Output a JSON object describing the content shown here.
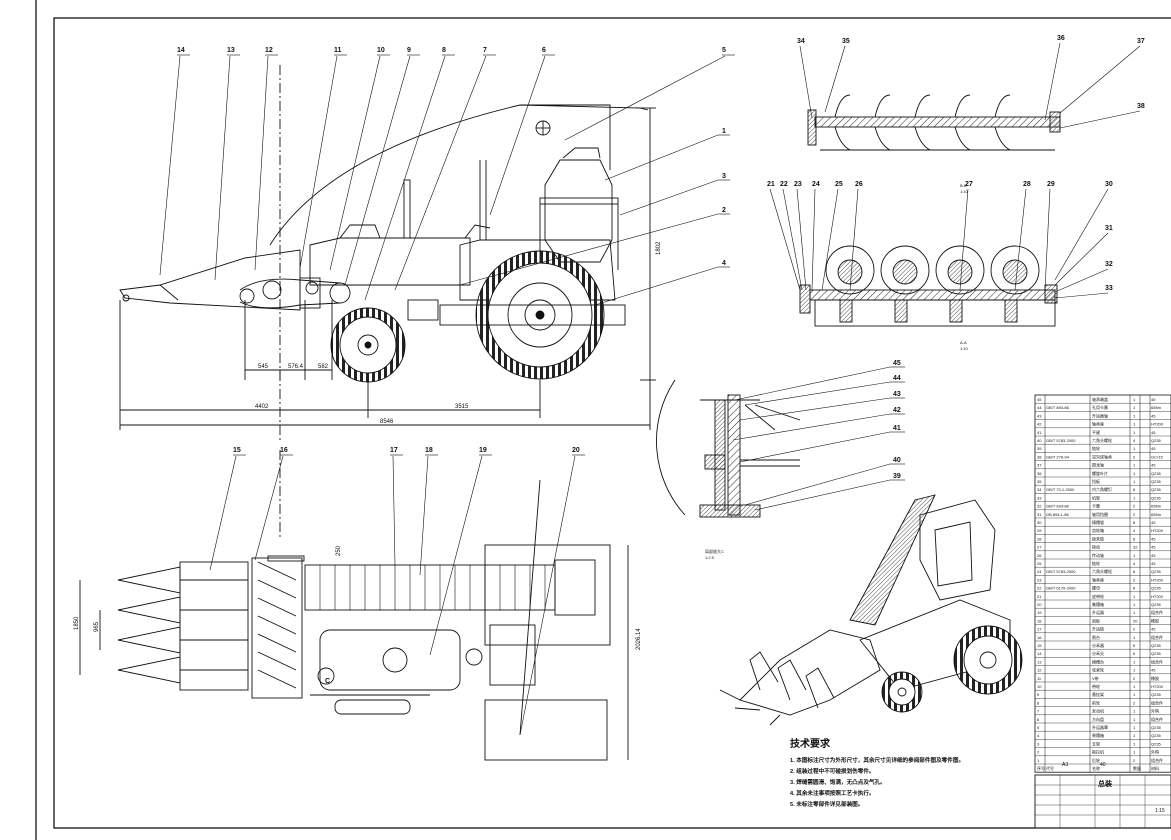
{
  "drawing": {
    "title_block": {
      "name": "总装",
      "scale": "1:15",
      "left_top": "A3",
      "bottom_left": "40"
    },
    "tech_requirements": {
      "title": "技术要求",
      "items": [
        "1. 本图标注尺寸为外形尺寸，其余尺寸见详细的参阅部件图及零件图。",
        "2. 组装过程中不可碰损划伤零件。",
        "3. 焊缝需圆滑、饱满，无凸点及气孔。",
        "4. 其余未注事项按照工艺卡执行。",
        "5. 未标注零部件详见部装图。"
      ]
    },
    "side_view": {
      "labels_top": [
        "14",
        "13",
        "12",
        "11",
        "10",
        "9",
        "8",
        "7",
        "6",
        "5"
      ],
      "labels_right": [
        "4",
        "3",
        "2",
        "1"
      ],
      "dims": [
        "545",
        "576.4",
        "582",
        "4402",
        "3515",
        "8546",
        "1802"
      ]
    },
    "plan_view": {
      "labels": [
        "15",
        "16",
        "17",
        "18",
        "19",
        "20"
      ],
      "dims": [
        "1850",
        "965",
        "2026.14",
        "250"
      ],
      "section_mark": "C"
    },
    "top_right_view": {
      "labels_a": [
        "34",
        "35",
        "36",
        "37",
        "38"
      ],
      "labels_b": [
        "21",
        "22",
        "23",
        "24",
        "25",
        "26",
        "27",
        "28",
        "29",
        "30",
        "31",
        "32",
        "33"
      ],
      "caption_a": "B-B",
      "scale_a": "1:10",
      "caption_b": "A-A",
      "scale_b": "1:10"
    },
    "detail_c": {
      "labels": [
        "45",
        "44",
        "43",
        "42",
        "41",
        "40",
        "39"
      ],
      "caption": "局部放大C",
      "scale": "1:2.5"
    },
    "parts_table": {
      "rows": [
        {
          "no": "45",
          "std": "",
          "name": "轴承端盖",
          "qty": "1",
          "mat": "45"
        },
        {
          "no": "44",
          "std": "GB/T 893-86",
          "name": "孔用卡簧",
          "qty": "1",
          "mat": "65Mn"
        },
        {
          "no": "43",
          "std": "",
          "name": "升运器轴",
          "qty": "1",
          "mat": "45"
        },
        {
          "no": "42",
          "std": "",
          "name": "轴承座",
          "qty": "1",
          "mat": "HT200"
        },
        {
          "no": "41",
          "std": "",
          "name": "平键",
          "qty": "1",
          "mat": "45"
        },
        {
          "no": "40",
          "std": "GB/T 5783-2000",
          "name": "六角头螺栓",
          "qty": "4",
          "mat": "Q235"
        },
        {
          "no": "39",
          "std": "",
          "name": "链轮",
          "qty": "1",
          "mat": "45"
        },
        {
          "no": "38",
          "std": "GB/T 276-94",
          "name": "深沟球轴承",
          "qty": "2",
          "mat": "GCr15"
        },
        {
          "no": "37",
          "std": "",
          "name": "搅龙轴",
          "qty": "1",
          "mat": "45"
        },
        {
          "no": "36",
          "std": "",
          "name": "螺旋叶片",
          "qty": "1",
          "mat": "Q235"
        },
        {
          "no": "35",
          "std": "",
          "name": "挡板",
          "qty": "1",
          "mat": "Q235"
        },
        {
          "no": "34",
          "std": "GB/T 70.1-2000",
          "name": "内六角螺钉",
          "qty": "6",
          "mat": "Q235"
        },
        {
          "no": "33",
          "std": "",
          "name": "机架",
          "qty": "1",
          "mat": "Q235"
        },
        {
          "no": "32",
          "std": "GB/T 893-86",
          "name": "卡簧",
          "qty": "2",
          "mat": "65Mn"
        },
        {
          "no": "31",
          "std": "GB 894.1-86",
          "name": "轴用挡圈",
          "qty": "2",
          "mat": "65Mn"
        },
        {
          "no": "30",
          "std": "",
          "name": "摘穗辊",
          "qty": "8",
          "mat": "45"
        },
        {
          "no": "29",
          "std": "",
          "name": "齿轮箱",
          "qty": "4",
          "mat": "HT200"
        },
        {
          "no": "28",
          "std": "",
          "name": "拨禾链",
          "qty": "8",
          "mat": "45"
        },
        {
          "no": "27",
          "std": "",
          "name": "拨齿",
          "qty": "32",
          "mat": "45"
        },
        {
          "no": "26",
          "std": "",
          "name": "传动轴",
          "qty": "1",
          "mat": "45"
        },
        {
          "no": "25",
          "std": "",
          "name": "链轮",
          "qty": "4",
          "mat": "45"
        },
        {
          "no": "24",
          "std": "GB/T 5783-2000",
          "name": "六角头螺栓",
          "qty": "8",
          "mat": "Q235"
        },
        {
          "no": "23",
          "std": "",
          "name": "轴承座",
          "qty": "2",
          "mat": "HT200"
        },
        {
          "no": "22",
          "std": "GB/T 6170-2000",
          "name": "螺母",
          "qty": "8",
          "mat": "Q235"
        },
        {
          "no": "21",
          "std": "",
          "name": "皮带轮",
          "qty": "1",
          "mat": "HT200"
        },
        {
          "no": "20",
          "std": "",
          "name": "集穗箱",
          "qty": "1",
          "mat": "Q235"
        },
        {
          "no": "19",
          "std": "",
          "name": "升运器",
          "qty": "1",
          "mat": "组合件"
        },
        {
          "no": "18",
          "std": "",
          "name": "刮板",
          "qty": "20",
          "mat": "橡胶"
        },
        {
          "no": "17",
          "std": "",
          "name": "升运链",
          "qty": "2",
          "mat": "45"
        },
        {
          "no": "16",
          "std": "",
          "name": "割台",
          "qty": "1",
          "mat": "组合件"
        },
        {
          "no": "15",
          "std": "",
          "name": "分禾器",
          "qty": "5",
          "mat": "Q235"
        },
        {
          "no": "14",
          "std": "",
          "name": "分禾尖",
          "qty": "5",
          "mat": "Q235"
        },
        {
          "no": "13",
          "std": "",
          "name": "摘穗台",
          "qty": "1",
          "mat": "组合件"
        },
        {
          "no": "12",
          "std": "",
          "name": "张紧轮",
          "qty": "1",
          "mat": "45"
        },
        {
          "no": "11",
          "std": "",
          "name": "V带",
          "qty": "2",
          "mat": "橡胶"
        },
        {
          "no": "10",
          "std": "",
          "name": "带轮",
          "qty": "1",
          "mat": "HT200"
        },
        {
          "no": "9",
          "std": "",
          "name": "悬挂架",
          "qty": "1",
          "mat": "Q235"
        },
        {
          "no": "8",
          "std": "",
          "name": "前轮",
          "qty": "2",
          "mat": "组合件"
        },
        {
          "no": "7",
          "std": "",
          "name": "发动机",
          "qty": "1",
          "mat": "外购"
        },
        {
          "no": "6",
          "std": "",
          "name": "方向盘",
          "qty": "1",
          "mat": "组合件"
        },
        {
          "no": "5",
          "std": "",
          "name": "升运器罩",
          "qty": "1",
          "mat": "Q235"
        },
        {
          "no": "4",
          "std": "",
          "name": "果穗箱",
          "qty": "1",
          "mat": "Q235"
        },
        {
          "no": "3",
          "std": "",
          "name": "支架",
          "qty": "1",
          "mat": "Q235"
        },
        {
          "no": "2",
          "std": "",
          "name": "拖拉机",
          "qty": "1",
          "mat": "外购"
        },
        {
          "no": "1",
          "std": "",
          "name": "后轮",
          "qty": "2",
          "mat": "组合件"
        }
      ],
      "header": {
        "no": "序号",
        "std": "代号",
        "name": "名称",
        "qty": "数量",
        "mat": "材料"
      }
    }
  }
}
